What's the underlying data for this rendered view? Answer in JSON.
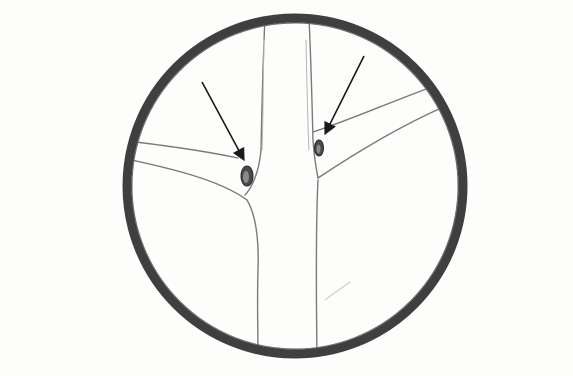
{
  "figure": {
    "background_color": "#fdfdfc",
    "ring_color": "#3f3f3f",
    "line_color": "#7a7a7a",
    "arrow_color": "#1a1a1a",
    "bud_color": "#4a4a4a",
    "annotations": [
      {
        "name": "arrow-left-bud",
        "points_to": "left-branch-bud"
      },
      {
        "name": "arrow-right-bud",
        "points_to": "right-branch-bud"
      }
    ]
  }
}
